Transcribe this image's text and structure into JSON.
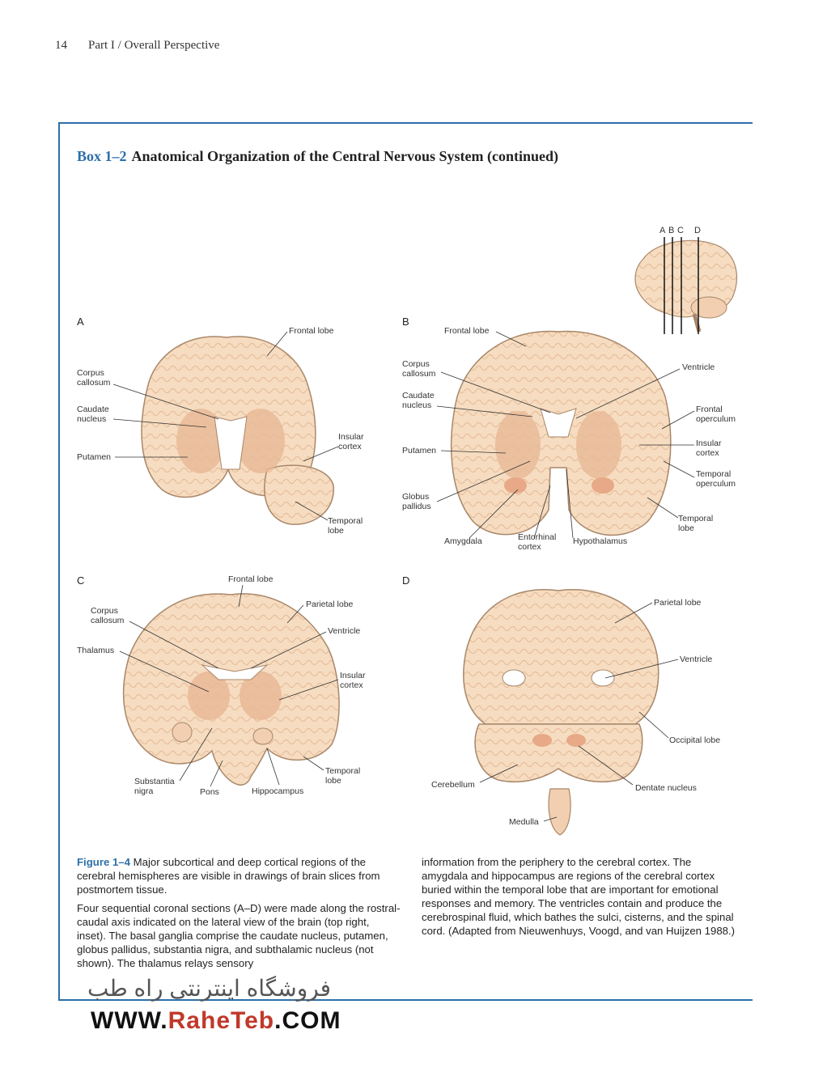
{
  "running_head": {
    "page_number": "14",
    "text": "Part I / Overall Perspective"
  },
  "box": {
    "number": "Box 1–2",
    "title": "Anatomical Organization of the Central Nervous System (continued)"
  },
  "inset": {
    "section_letters": [
      "A",
      "B",
      "C",
      "D"
    ]
  },
  "panels": {
    "A": {
      "letter": "A",
      "labels": {
        "frontal_lobe": "Frontal lobe",
        "corpus_callosum": "Corpus\ncallosum",
        "caudate_nucleus": "Caudate\nnucleus",
        "putamen": "Putamen",
        "insular_cortex": "Insular\ncortex",
        "temporal_lobe": "Temporal\nlobe"
      }
    },
    "B": {
      "letter": "B",
      "labels": {
        "frontal_lobe": "Frontal lobe",
        "corpus_callosum": "Corpus\ncallosum",
        "caudate_nucleus": "Caudate\nnucleus",
        "putamen": "Putamen",
        "globus_pallidus": "Globus\npallidus",
        "amygdala": "Amygdala",
        "entorhinal_cortex": "Entorhinal\ncortex",
        "hypothalamus": "Hypothalamus",
        "ventricle": "Ventricle",
        "frontal_operculum": "Frontal\noperculum",
        "insular_cortex": "Insular\ncortex",
        "temporal_operculum": "Temporal\noperculum",
        "temporal_lobe": "Temporal\nlobe"
      }
    },
    "C": {
      "letter": "C",
      "labels": {
        "frontal_lobe": "Frontal lobe",
        "parietal_lobe": "Parietal lobe",
        "corpus_callosum": "Corpus\ncallosum",
        "ventricle": "Ventricle",
        "thalamus": "Thalamus",
        "insular_cortex": "Insular\ncortex",
        "temporal_lobe": "Temporal\nlobe",
        "substantia_nigra": "Substantia\nnigra",
        "pons": "Pons",
        "hippocampus": "Hippocampus"
      }
    },
    "D": {
      "letter": "D",
      "labels": {
        "parietal_lobe": "Parietal lobe",
        "ventricle": "Ventricle",
        "occipital_lobe": "Occipital lobe",
        "cerebellum": "Cerebellum",
        "dentate_nucleus": "Dentate nucleus",
        "medulla": "Medulla"
      }
    }
  },
  "caption": {
    "figure_label": "Figure 1–4",
    "headline": "Major subcortical and deep cortical regions of the cerebral hemispheres are visible in drawings of brain slices from postmortem tissue.",
    "body_left": "Four sequential coronal sections (A–D) were made along the rostral-caudal axis indicated on the lateral view of the brain (top right, inset). The basal ganglia comprise the caudate nucleus, putamen, globus pallidus, substantia nigra, and subthalamic nucleus (not shown). The thalamus relays sensory",
    "body_right": "information from the periphery to the cerebral cortex. The amygdala and hippocampus are regions of the cerebral cortex buried within the temporal lobe that are important for emotional responses and memory. The ventricles contain and produce the cerebrospinal fluid, which bathes the sulci, cisterns, and the spinal cord. (Adapted from Nieuwenhuys, Voogd, and van Huijzen 1988.)"
  },
  "watermark": {
    "persian": "فروشگاه اینترنتی راه طب",
    "url_prefix": "WWW.",
    "url_brand": "RaheTeb",
    "url_suffix": ".COM"
  },
  "colors": {
    "accent_blue": "#2d6fa8",
    "tissue": "#f6dcc0",
    "tissue_dark": "#e9b996",
    "outline": "#a9876a",
    "watermark_red": "#c0392b"
  }
}
